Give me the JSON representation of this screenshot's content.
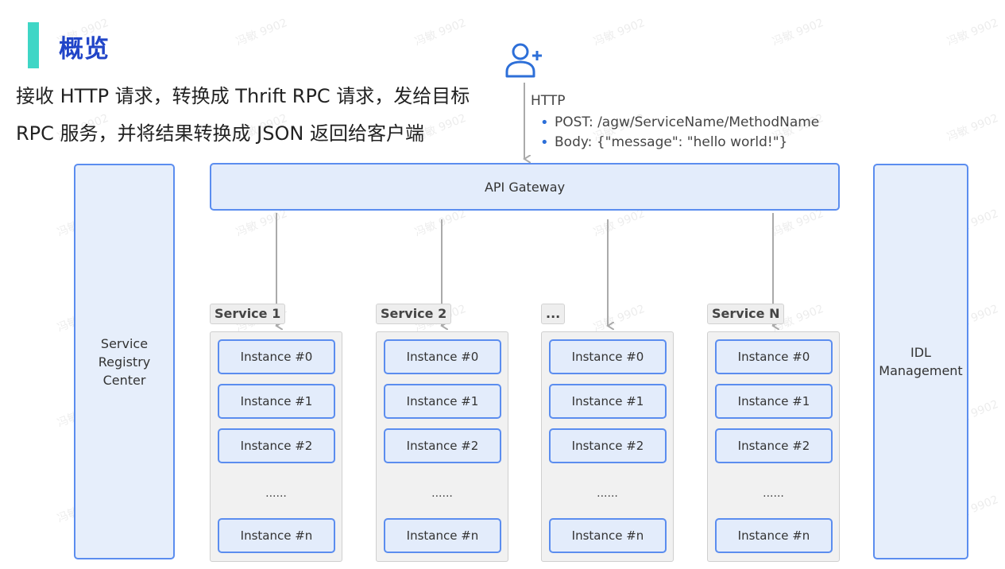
{
  "title": "概览",
  "description": [
    "接收 HTTP 请求，转换成 Thrift RPC 请求，发给目标",
    "RPC 服务，并将结果转换成 JSON 返回给客户端"
  ],
  "client": {
    "icon": "user-add-icon",
    "protocol": "HTTP",
    "details": [
      "POST: /agw/ServiceName/MethodName",
      "Body: {\"message\": \"hello world!\"}"
    ]
  },
  "registry_label": "Service\nRegistry\nCenter",
  "idl_label": "IDL\nManagement",
  "gateway_label": "API Gateway",
  "services": [
    {
      "name": "Service 1",
      "instances": [
        "Instance #0",
        "Instance #1",
        "Instance #2",
        "......",
        "Instance #n"
      ]
    },
    {
      "name": "Service 2",
      "instances": [
        "Instance #0",
        "Instance #1",
        "Instance #2",
        "......",
        "Instance #n"
      ]
    },
    {
      "name": "...",
      "instances": [
        "Instance #0",
        "Instance #1",
        "Instance #2",
        "......",
        "Instance #n"
      ]
    },
    {
      "name": "Service N",
      "instances": [
        "Instance #0",
        "Instance #1",
        "Instance #2",
        "......",
        "Instance #n"
      ]
    }
  ],
  "watermark": "冯敏 9902",
  "colors": {
    "accent": "#3fd6c6",
    "title": "#2145c8",
    "box_fill": "#e3ecfb",
    "box_border": "#5b8def",
    "arrow": "#aaaaaa"
  }
}
